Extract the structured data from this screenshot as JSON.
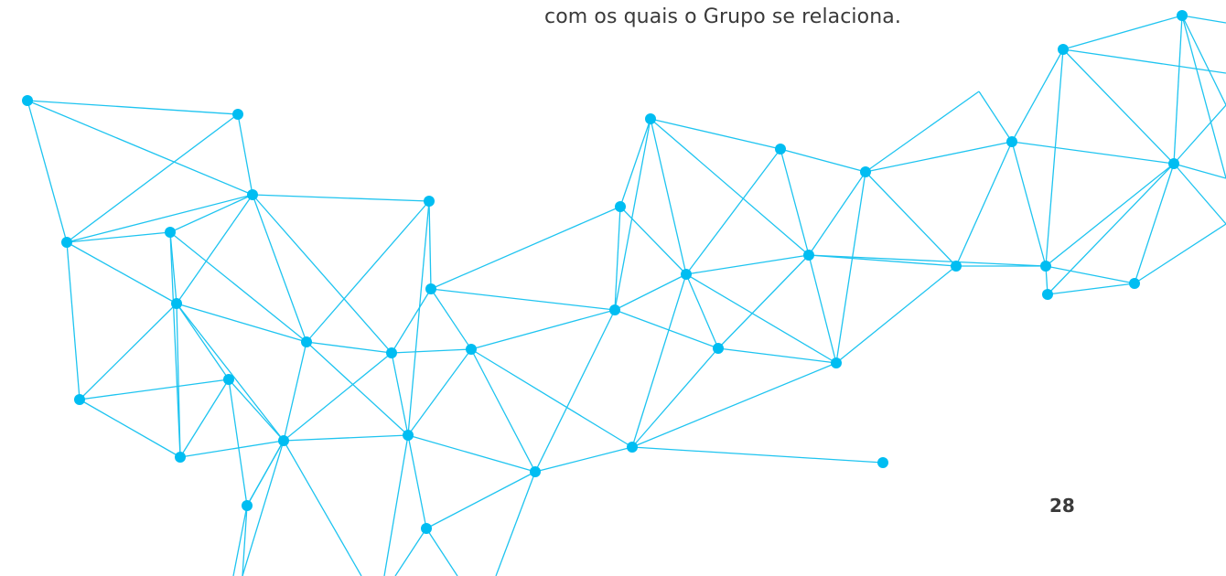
{
  "page": {
    "body_text_line": "com os quais o Grupo se relaciona.",
    "page_number": "28"
  },
  "decoration": {
    "name": "network-mesh-graphic",
    "node_color": "#00bdf2",
    "line_color": "#1ec4f0"
  }
}
